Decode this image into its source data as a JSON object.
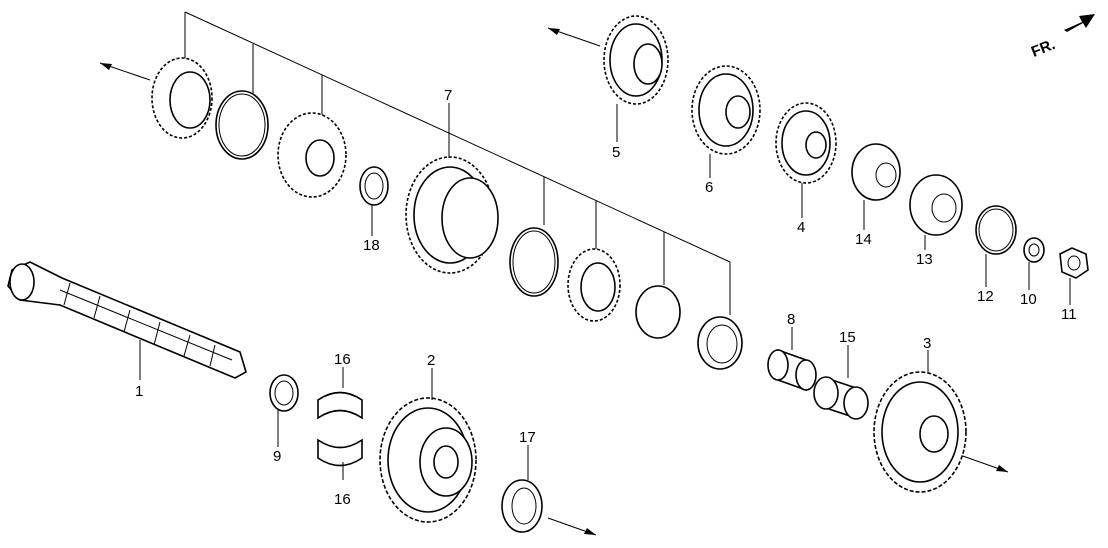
{
  "diagram": {
    "direction_label": "FR.",
    "callouts": [
      "1",
      "2",
      "3",
      "4",
      "5",
      "6",
      "7",
      "8",
      "9",
      "10",
      "11",
      "12",
      "13",
      "14",
      "15",
      "16",
      "16",
      "17",
      "18"
    ]
  }
}
